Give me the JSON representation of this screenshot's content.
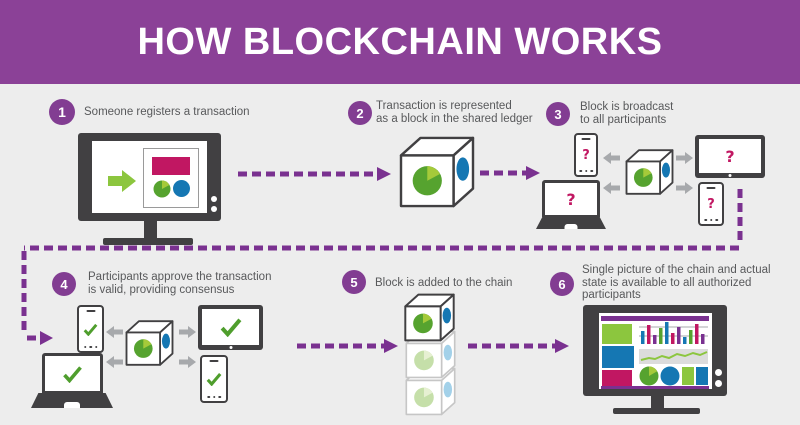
{
  "title": "HOW BLOCKCHAIN WORKS",
  "steps": [
    {
      "num": "1",
      "label": "Someone registers a transaction"
    },
    {
      "num": "2",
      "label": "Transaction is represented\nas a block in the shared ledger"
    },
    {
      "num": "3",
      "label": "Block is broadcast\nto all participants"
    },
    {
      "num": "4",
      "label": "Participants approve the transaction\nis valid, providing consensus"
    },
    {
      "num": "5",
      "label": "Block is added to the chain"
    },
    {
      "num": "6",
      "label": "Single picture of the chain and actual\nstate is available to all authorized\nparticipants"
    }
  ],
  "glyphs": {
    "question_mark": "?",
    "check_mark": "✓"
  },
  "colors": {
    "header_purple": "#8b4197",
    "accent_purple": "#7a3190",
    "crimson": "#c11762",
    "green": "#56a32f",
    "light_green": "#8cc63e",
    "blue": "#1577b3",
    "device_gray": "#414042",
    "background": "#ededed"
  }
}
